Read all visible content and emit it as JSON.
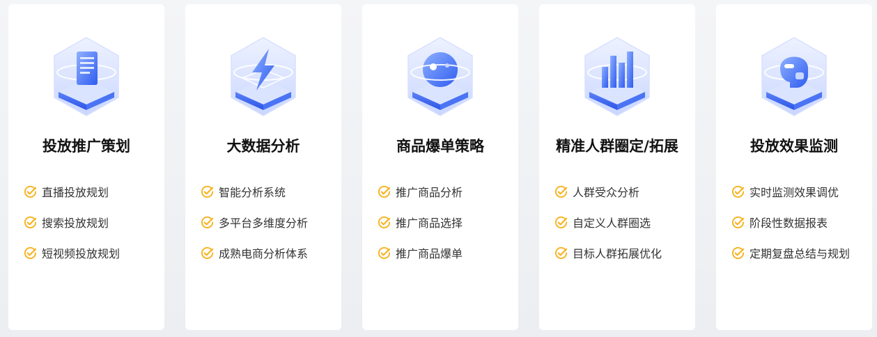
{
  "theme": {
    "accent": "#3d6bf5",
    "check_color": "#f7b21e",
    "title_color": "#111111",
    "text_color": "#333333"
  },
  "cards": [
    {
      "icon": "document-icon",
      "title": "投放推广策划",
      "features": [
        "直播投放规划",
        "搜索投放规划",
        "短视频投放规划"
      ]
    },
    {
      "icon": "lightning-icon",
      "title": "大数据分析",
      "features": [
        "智能分析系统",
        "多平台多维度分析",
        "成熟电商分析体系"
      ]
    },
    {
      "icon": "planet-icon",
      "title": "商品爆单策略",
      "features": [
        "推广商品分析",
        "推广商品选择",
        "推广商品爆单"
      ]
    },
    {
      "icon": "bar-chart-icon",
      "title": "精准人群圈定/拓展",
      "features": [
        "人群受众分析",
        "自定义人群圈选",
        "目标人群拓展优化"
      ]
    },
    {
      "icon": "robot-head-icon",
      "title": "投放效果监测",
      "features": [
        "实时监测效果调优",
        "阶段性数据报表",
        "定期复盘总结与规划"
      ]
    }
  ]
}
